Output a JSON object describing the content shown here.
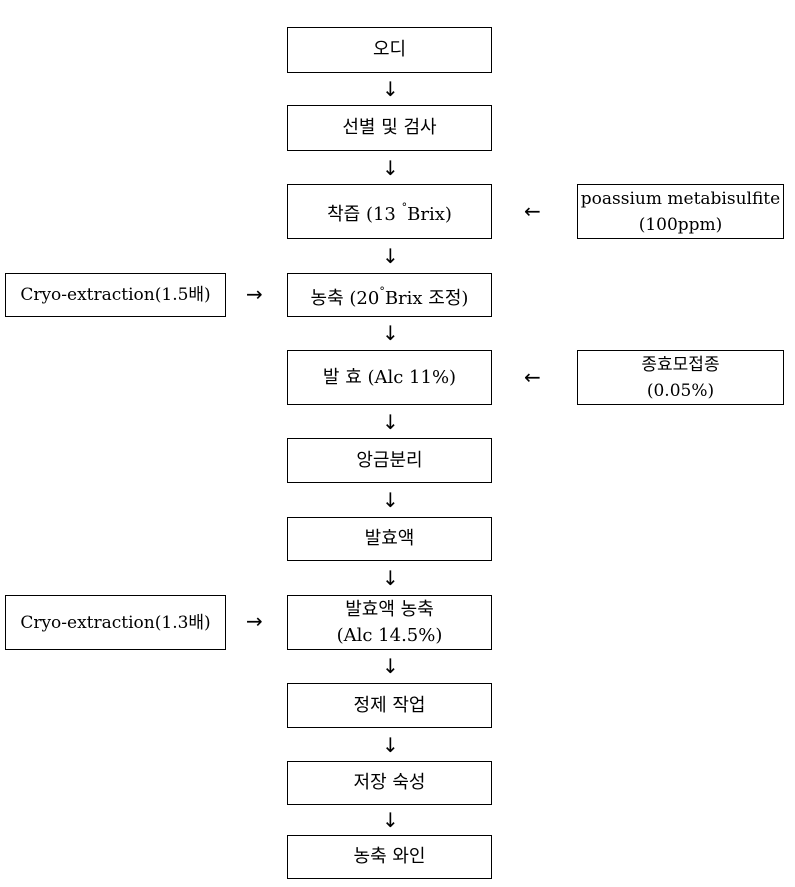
{
  "steps": {
    "s1": "오디",
    "s2": "선별 및 검사",
    "s3_pre": "착즙 (13 ",
    "s3_deg": "°",
    "s3_post": "Brix)",
    "s4_pre": "농축 (20",
    "s4_deg": "°",
    "s4_post": "Brix 조정)",
    "s5": "발 효 (Alc 11%)",
    "s6": "앙금분리",
    "s7": "발효액",
    "s8_line1": "발효액 농축",
    "s8_line2": "(Alc 14.5%)",
    "s9": "정제 작업",
    "s10": "저장 숙성",
    "s11": "농축 와인"
  },
  "inputs": {
    "additive_line1": "poassium metabisulfite",
    "additive_line2": "(100ppm)",
    "cryo1": "Cryo-extraction(1.5배)",
    "yeast_line1": "종효모접종",
    "yeast_line2": "(0.05%)",
    "cryo2": "Cryo-extraction(1.3배)"
  },
  "arrows": {
    "down": "↓",
    "left": "←",
    "right": "→"
  }
}
